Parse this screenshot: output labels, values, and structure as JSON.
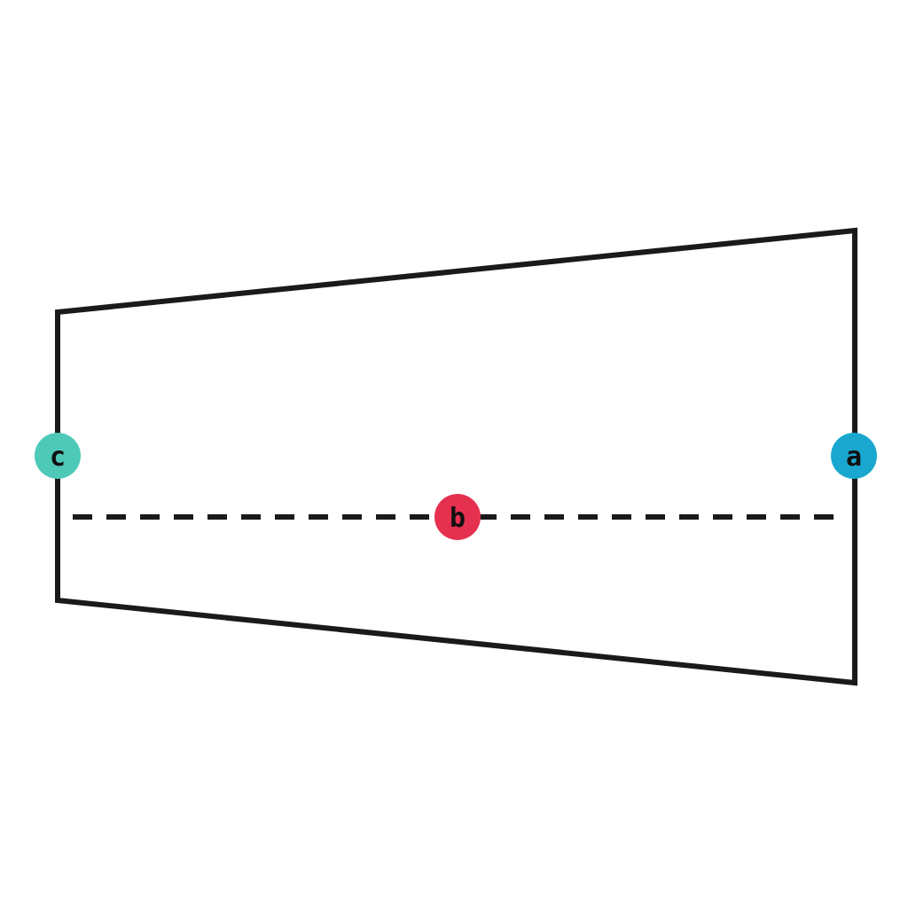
{
  "diagram": {
    "markers": {
      "a": {
        "label": "a",
        "color": "#1aa7cf"
      },
      "b": {
        "label": "b",
        "color": "#e6304f"
      },
      "c": {
        "label": "c",
        "color": "#4ec9b8"
      }
    },
    "stroke_color": "#1a1a1a"
  }
}
